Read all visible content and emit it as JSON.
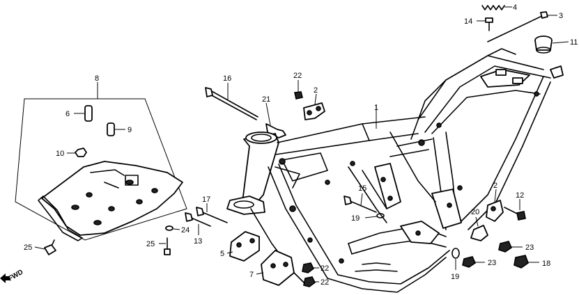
{
  "diagram": {
    "callouts": [
      {
        "id": "c1",
        "text": "1"
      },
      {
        "id": "c2a",
        "text": "2"
      },
      {
        "id": "c2b",
        "text": "2"
      },
      {
        "id": "c3",
        "text": "3"
      },
      {
        "id": "c4",
        "text": "4"
      },
      {
        "id": "c5",
        "text": "5"
      },
      {
        "id": "c6",
        "text": "6"
      },
      {
        "id": "c7",
        "text": "7"
      },
      {
        "id": "c8",
        "text": "8"
      },
      {
        "id": "c9",
        "text": "9"
      },
      {
        "id": "c10",
        "text": "10"
      },
      {
        "id": "c11",
        "text": "11"
      },
      {
        "id": "c12",
        "text": "12"
      },
      {
        "id": "c13",
        "text": "13"
      },
      {
        "id": "c14",
        "text": "14"
      },
      {
        "id": "c15",
        "text": "15"
      },
      {
        "id": "c16",
        "text": "16"
      },
      {
        "id": "c17",
        "text": "17"
      },
      {
        "id": "c18",
        "text": "18"
      },
      {
        "id": "c19a",
        "text": "19"
      },
      {
        "id": "c19b",
        "text": "19"
      },
      {
        "id": "c20",
        "text": "20"
      },
      {
        "id": "c21",
        "text": "21"
      },
      {
        "id": "c22a",
        "text": "22"
      },
      {
        "id": "c22b",
        "text": "22"
      },
      {
        "id": "c22c",
        "text": "22"
      },
      {
        "id": "c23a",
        "text": "23"
      },
      {
        "id": "c23b",
        "text": "23"
      },
      {
        "id": "c24",
        "text": "24"
      },
      {
        "id": "c25a",
        "text": "25"
      },
      {
        "id": "c25b",
        "text": "25"
      }
    ],
    "fwd_label": "FWD"
  }
}
